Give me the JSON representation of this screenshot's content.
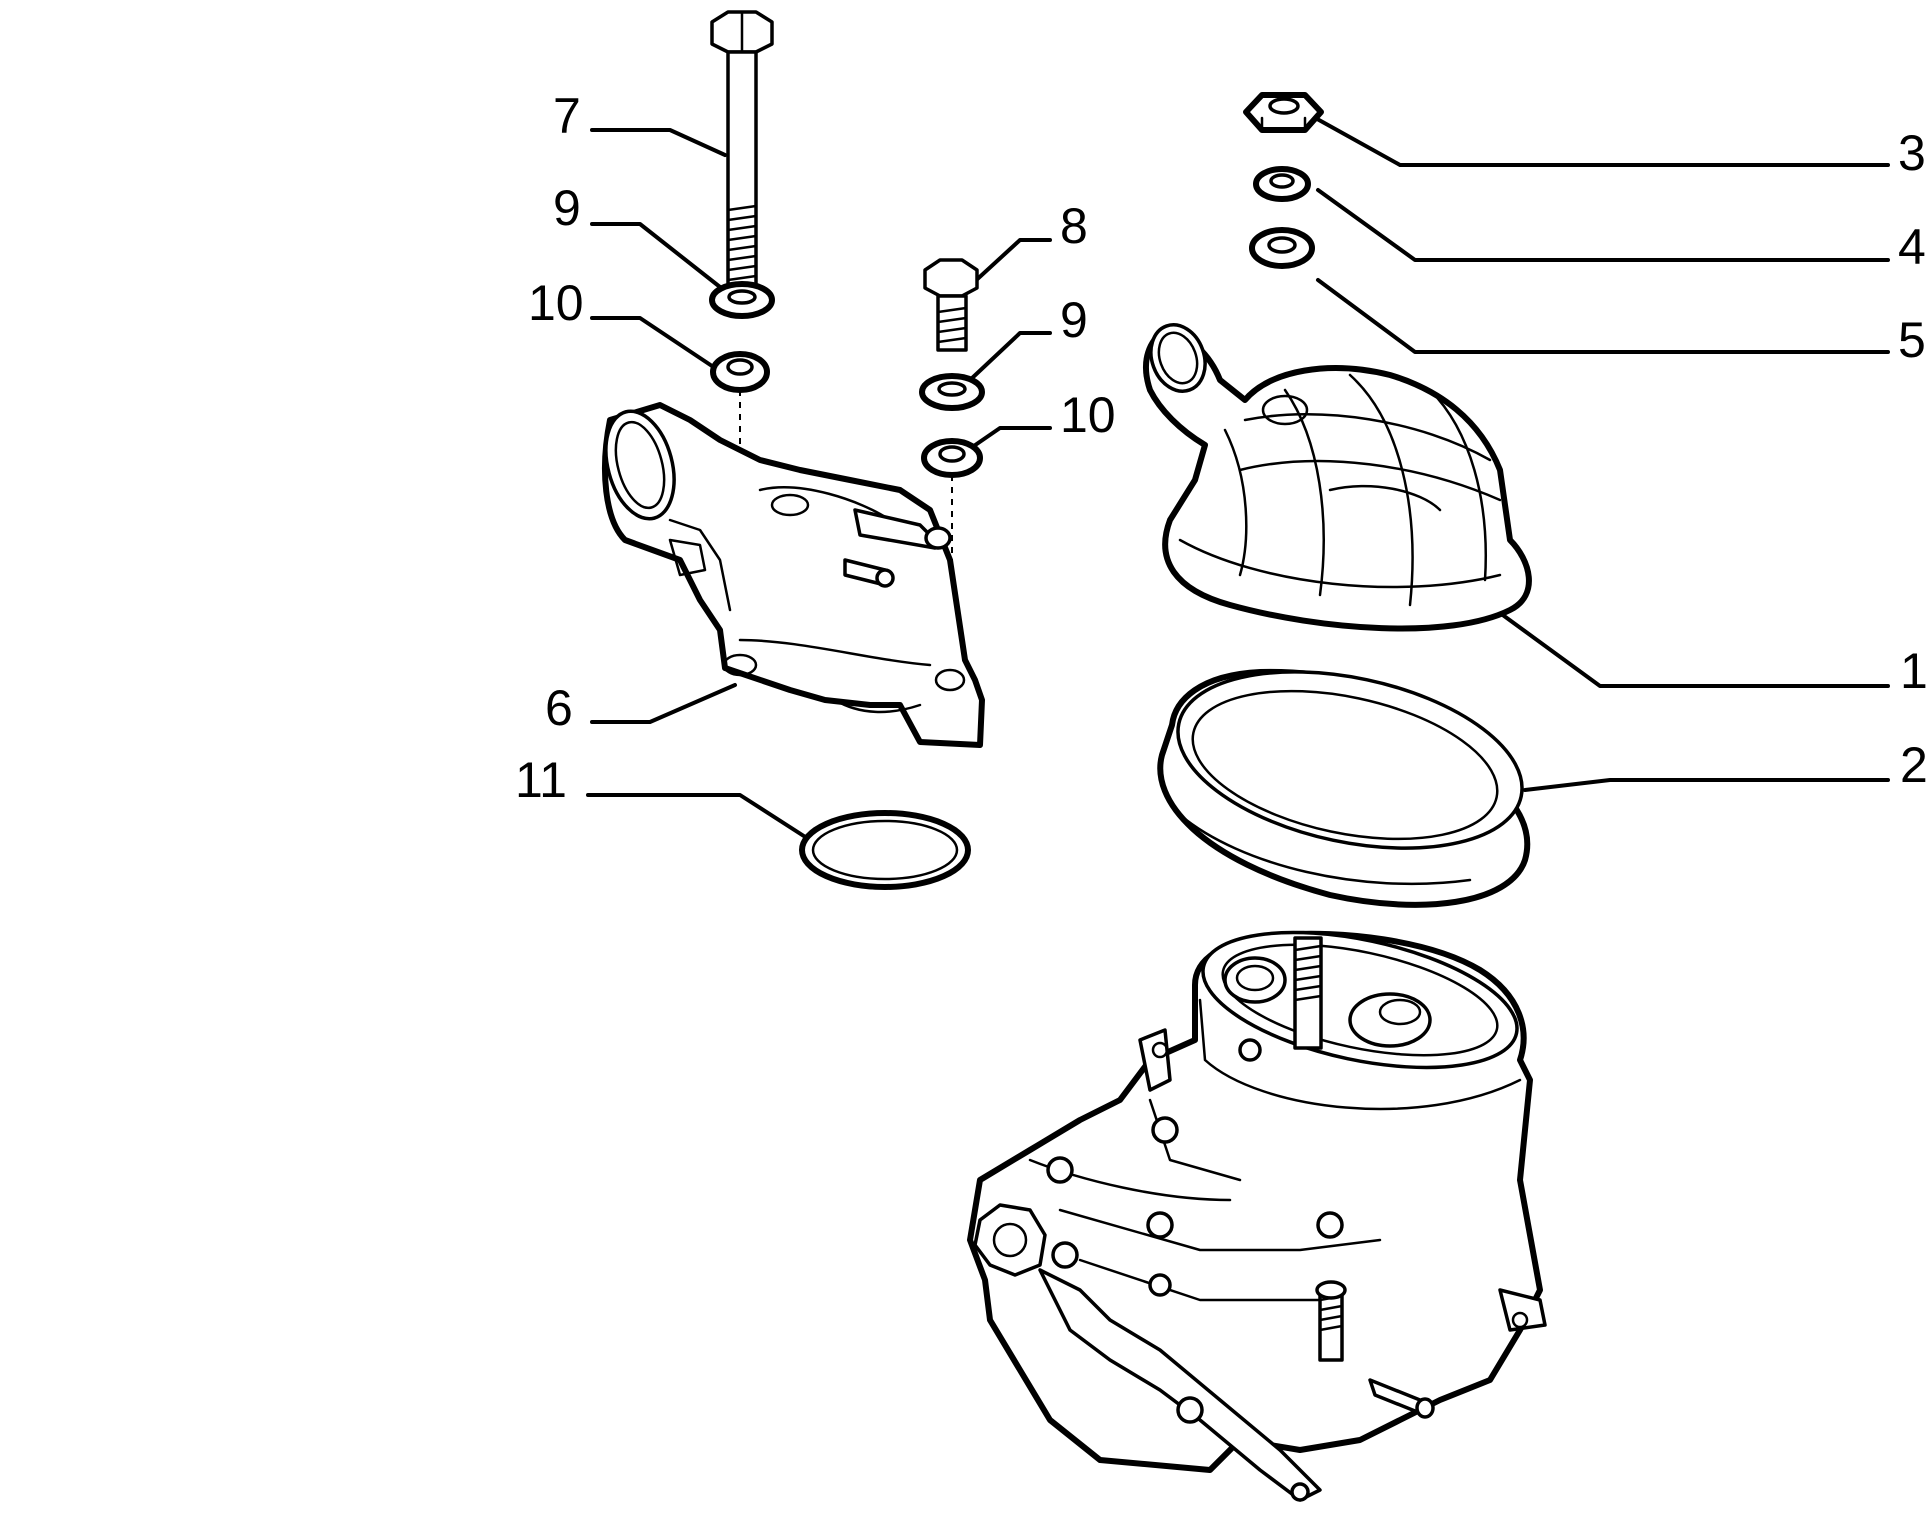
{
  "diagram": {
    "callouts": [
      {
        "id": "c7",
        "label": "7"
      },
      {
        "id": "c9a",
        "label": "9"
      },
      {
        "id": "c10a",
        "label": "10"
      },
      {
        "id": "c8",
        "label": "8"
      },
      {
        "id": "c9b",
        "label": "9"
      },
      {
        "id": "c10b",
        "label": "10"
      },
      {
        "id": "c3",
        "label": "3"
      },
      {
        "id": "c4",
        "label": "4"
      },
      {
        "id": "c5",
        "label": "5"
      },
      {
        "id": "c1",
        "label": "1"
      },
      {
        "id": "c2",
        "label": "2"
      },
      {
        "id": "c6",
        "label": "6"
      },
      {
        "id": "c11",
        "label": "11"
      }
    ]
  }
}
